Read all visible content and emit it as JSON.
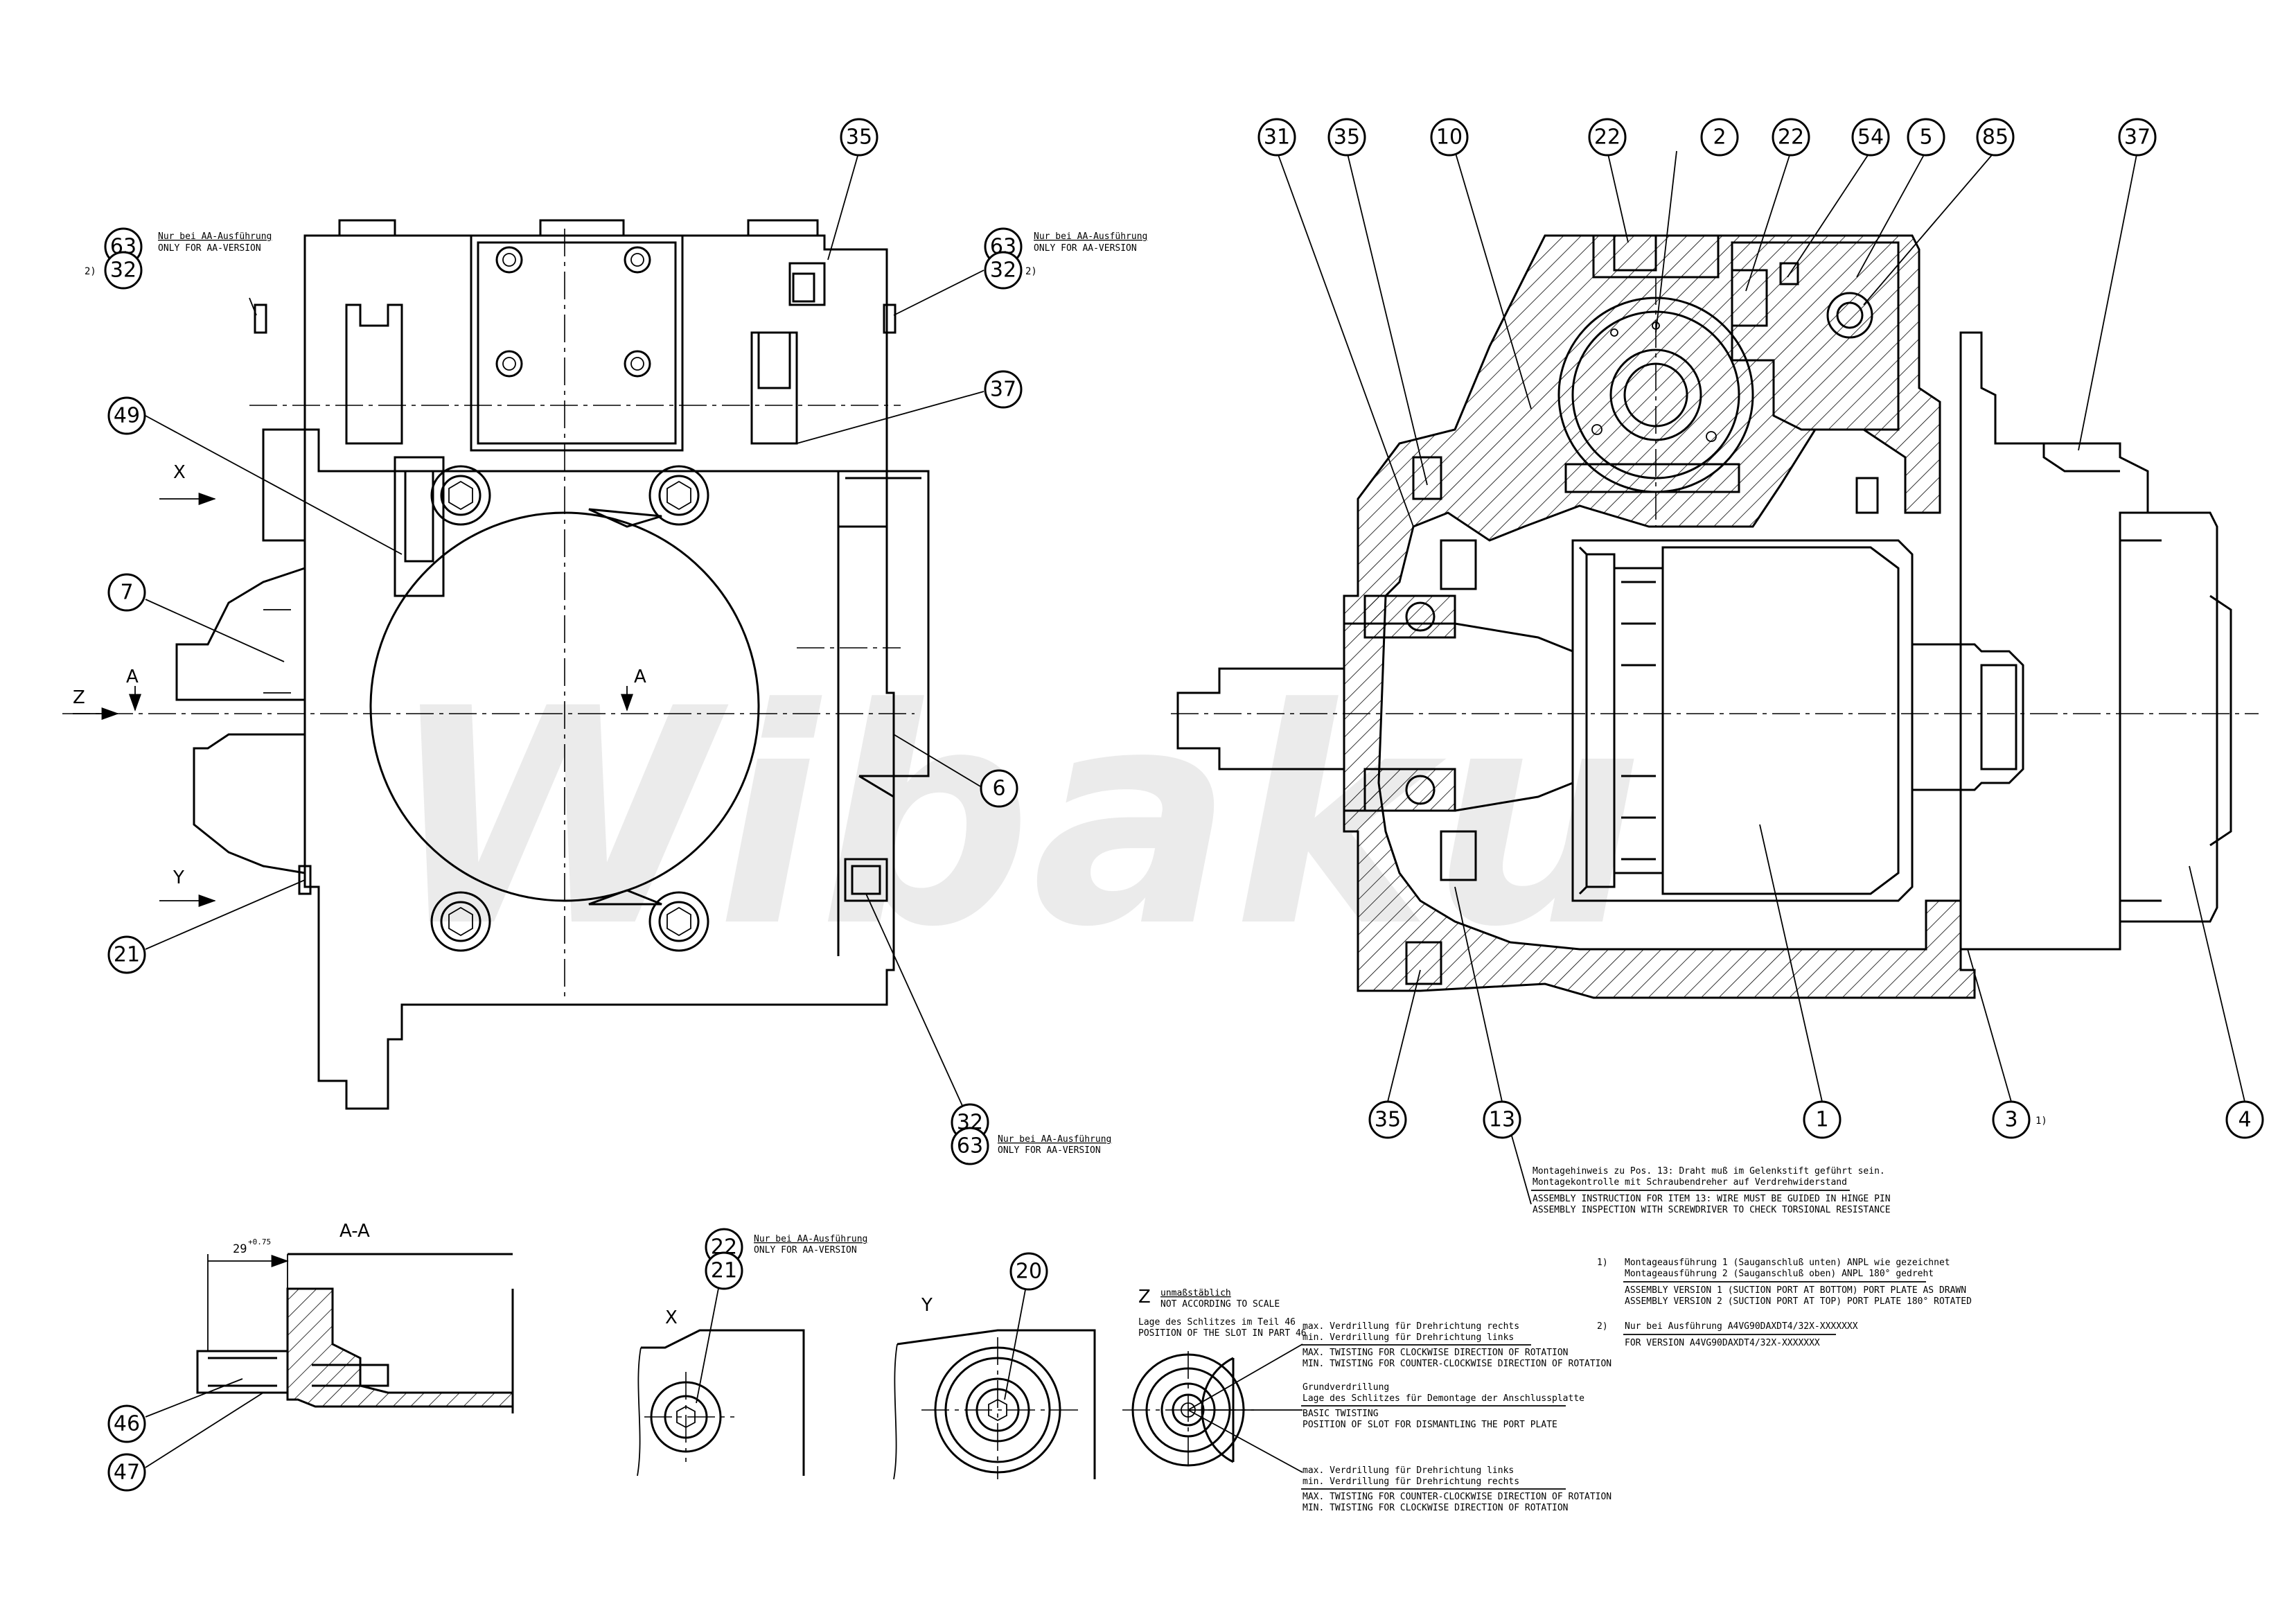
{
  "watermark": "Wibaku",
  "views": {
    "section_aa": "A-A",
    "view_x": "X",
    "view_y": "Y",
    "view_z": "Z",
    "arrow_x": "X",
    "arrow_y": "Y",
    "arrow_z": "Z",
    "arrow_a_left": "A",
    "arrow_a_right": "A"
  },
  "dimension": {
    "value": "29",
    "tolerance": "+0.75"
  },
  "balloons": {
    "b35_top_left": "35",
    "b63_left": "63",
    "b32_left": "32",
    "b49": "49",
    "b7": "7",
    "b21_left": "21",
    "b63_right": "63",
    "b32_right": "32",
    "b37_left": "37",
    "b6": "6",
    "b32_bottom": "32",
    "b63_bottom": "63",
    "b31": "31",
    "b35_top_right": "35",
    "b10": "10",
    "b22_a": "22",
    "b2": "2",
    "b22_b": "22",
    "b54": "54",
    "b5": "5",
    "b85": "85",
    "b37_right": "37",
    "b35_bottom": "35",
    "b13": "13",
    "b1": "1",
    "b3": "3",
    "b4": "4",
    "b46": "46",
    "b47": "47",
    "b22_detail": "22",
    "b21_detail": "21",
    "b20": "20"
  },
  "footnote_marks": {
    "left_2": "2)",
    "right_2": "2)",
    "b3_mark": "1)"
  },
  "notes": {
    "aa_version_de": "Nur bei AA-Ausführung",
    "aa_version_en": "ONLY FOR AA-VERSION",
    "assembly_de_1": "Montagehinweis zu Pos. 13: Draht muß im Gelenkstift geführt sein.",
    "assembly_de_2": "Montagekontrolle mit Schraubendreher auf Verdrehwiderstand",
    "assembly_en_1": "ASSEMBLY INSTRUCTION FOR ITEM 13: WIRE MUST BE GUIDED IN HINGE PIN",
    "assembly_en_2": "ASSEMBLY INSPECTION WITH SCREWDRIVER TO CHECK TORSIONAL RESISTANCE",
    "fn1_mark": "1)",
    "fn1_de_1": "Montageausführung 1 (Sauganschluß unten) ANPL wie gezeichnet",
    "fn1_de_2": "Montageausführung 2 (Sauganschluß oben) ANPL 180° gedreht",
    "fn1_en_1": "ASSEMBLY VERSION 1 (SUCTION PORT AT BOTTOM) PORT PLATE AS DRAWN",
    "fn1_en_2": "ASSEMBLY VERSION 2 (SUCTION PORT AT TOP) PORT PLATE 180° ROTATED",
    "fn2_mark": "2)",
    "fn2_de": "Nur bei Ausführung A4VG90DAXDT4/32X-XXXXXXX",
    "fn2_en": "FOR VERSION A4VG90DAXDT4/32X-XXXXXXX",
    "z_de": "unmaßstäblich",
    "z_en": "NOT ACCORDING TO SCALE",
    "slot_de": "Lage des Schlitzes im Teil 46",
    "slot_en": "POSITION OF THE SLOT IN PART 46",
    "cw_de_1": "max. Verdrillung für Drehrichtung rechts",
    "cw_de_2": "min. Verdrillung für Drehrichtung links",
    "cw_en_1": "MAX. TWISTING FOR CLOCKWISE DIRECTION OF ROTATION",
    "cw_en_2": "MIN. TWISTING FOR COUNTER-CLOCKWISE DIRECTION OF ROTATION",
    "basic_de_1": "Grundverdrillung",
    "basic_de_2": "Lage des Schlitzes für Demontage der Anschlussplatte",
    "basic_en_1": "BASIC TWISTING",
    "basic_en_2": "POSITION OF SLOT FOR DISMANTLING THE PORT PLATE",
    "ccw_de_1": "max. Verdrillung für Drehrichtung links",
    "ccw_de_2": "min. Verdrillung für Drehrichtung rechts",
    "ccw_en_1": "MAX. TWISTING FOR COUNTER-CLOCKWISE DIRECTION OF ROTATION",
    "ccw_en_2": "MIN. TWISTING FOR CLOCKWISE DIRECTION OF ROTATION"
  }
}
